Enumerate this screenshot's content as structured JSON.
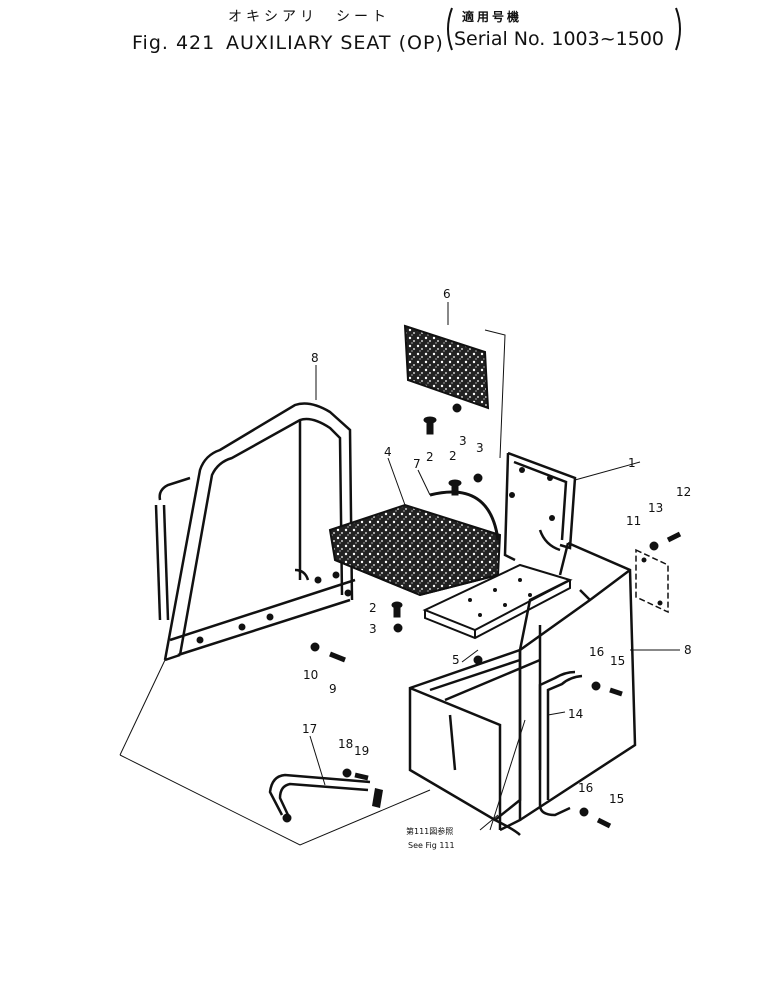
{
  "header": {
    "jp_title": "オキシアリ　シート",
    "fig": "Fig. 421",
    "title": "AUXILIARY SEAT (OP)",
    "applicable_jp": "適用号機",
    "serial": "Serial No. 1003~1500"
  },
  "reference_note": {
    "jp": "第111図参照",
    "en": "See Fig 111"
  },
  "callouts": [
    "1",
    "2",
    "2",
    "2",
    "3",
    "3",
    "3",
    "4",
    "5",
    "6",
    "7",
    "8",
    "8",
    "9",
    "10",
    "11",
    "12",
    "13",
    "14",
    "15",
    "15",
    "16",
    "16",
    "17",
    "18",
    "19"
  ]
}
